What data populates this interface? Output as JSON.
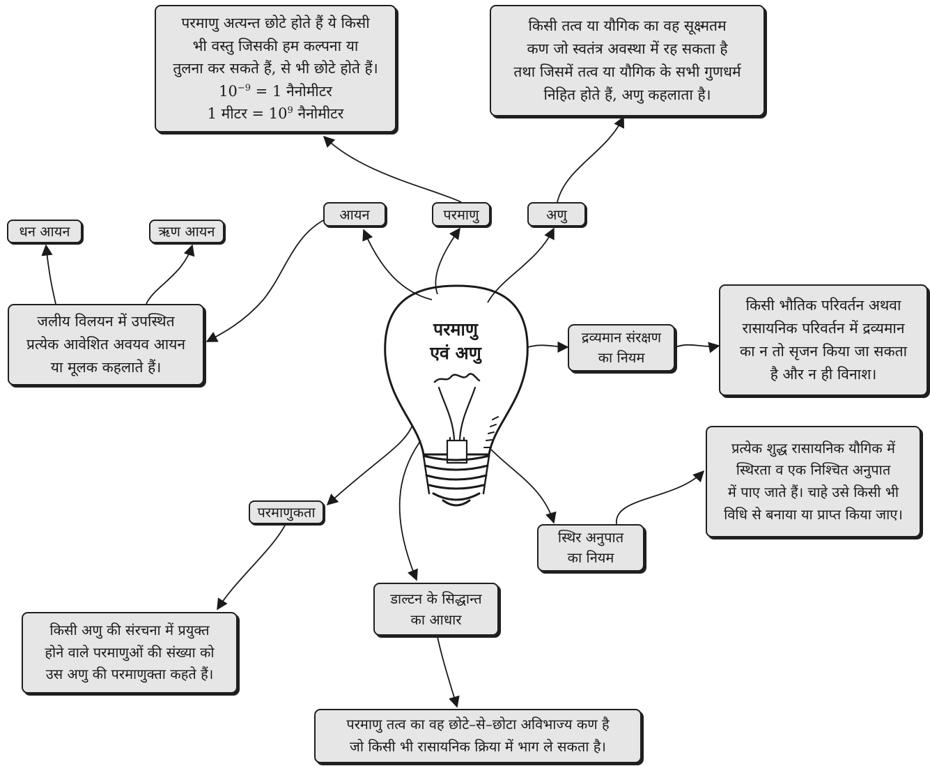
{
  "center": {
    "line1": "परमाणु",
    "line2": "एवं अणु"
  },
  "labels": {
    "ayan": "आयन",
    "paramanu": "परमाणु",
    "anu": "अणु",
    "dhan_ayan": "धन आयन",
    "rin_ayan": "ऋण आयन",
    "dravyaman_l1": "द्रव्यमान संरक्षण",
    "dravyaman_l2": "का नियम",
    "sthir_l1": "स्थिर अनुपात",
    "sthir_l2": "का नियम",
    "paramanukta": "परमाणुकता",
    "dalton_l1": "डाल्टन के सिद्धान्त",
    "dalton_l2": "का आधार"
  },
  "boxes": {
    "paramanu_def": {
      "l1": "परमाणु अत्यन्त छोटे होते हैं ये किसी",
      "l2": "भी वस्तु जिसकी हम कल्पना या",
      "l3": "तुलना कर सकते हैं, से भी छोटे होते हैं।",
      "l4_base": "10",
      "l4_exp": "−9",
      "l4_rest": " = 1 नैनोमीटर",
      "l5_pre": "1 मीटर = 10",
      "l5_exp": "9",
      "l5_rest": " नैनोमीटर"
    },
    "anu_def": {
      "l1": "किसी तत्व या यौगिक का वह सूक्ष्मतम",
      "l2": "कण जो स्वतंत्र अवस्था में रह सकता है",
      "l3": "तथा जिसमें तत्व या यौगिक के सभी गुणधर्म",
      "l4": "निहित होते हैं, अणु कहलाता है।"
    },
    "ayan_def": {
      "l1": "जलीय विलयन में उपस्थित",
      "l2": "प्रत्येक आवेशित अवयव आयन",
      "l3": "या मूलक कहलाते हैं।"
    },
    "dravyaman_def": {
      "l1": "किसी भौतिक परिवर्तन अथवा",
      "l2": "रासायनिक परिवर्तन में द्रव्यमान",
      "l3": "का न तो सृजन किया जा सकता",
      "l4": "है और न ही विनाश।"
    },
    "sthir_def": {
      "l1": "प्रत्येक शुद्ध रासायनिक यौगिक में",
      "l2": "स्थिरता व एक निश्चित अनुपात",
      "l3": "में पाए जाते हैं। चाहे उसे किसी भी",
      "l4": "विधि से बनाया या प्राप्त किया जाए।"
    },
    "paramanukta_def": {
      "l1": "किसी अणु की संरचना में प्रयुक्त",
      "l2": "होने वाले परमाणुओं की संख्या को",
      "l3": "उस अणु की परमाणुक्ता कहते हैं।"
    },
    "dalton_def": {
      "l1": "परमाणु तत्व का वह छोटे–से–छोटा अविभाज्य कण है",
      "l2": "जो किसी भी रासायनिक क्रिया में भाग ले सकता है।"
    }
  }
}
